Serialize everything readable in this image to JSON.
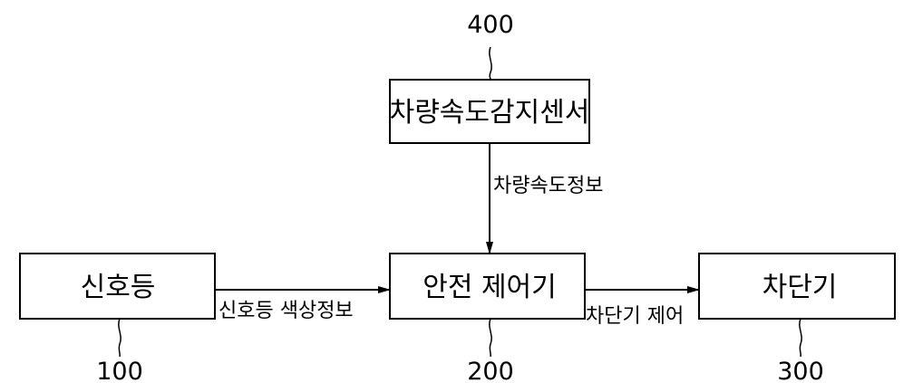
{
  "nodes": {
    "sensor": {
      "label": "차량속도감지센서",
      "ref": "400"
    },
    "traffic_light": {
      "label": "신호등",
      "ref": "100"
    },
    "safety_controller": {
      "label": "안전 제어기",
      "ref": "200"
    },
    "breaker": {
      "label": "차단기",
      "ref": "300"
    }
  },
  "edges": {
    "speed_info": "차량속도정보",
    "color_info": "신호등 색상정보",
    "breaker_control": "차단기 제어"
  },
  "colors": {
    "line": "#000000",
    "background": "#ffffff"
  }
}
